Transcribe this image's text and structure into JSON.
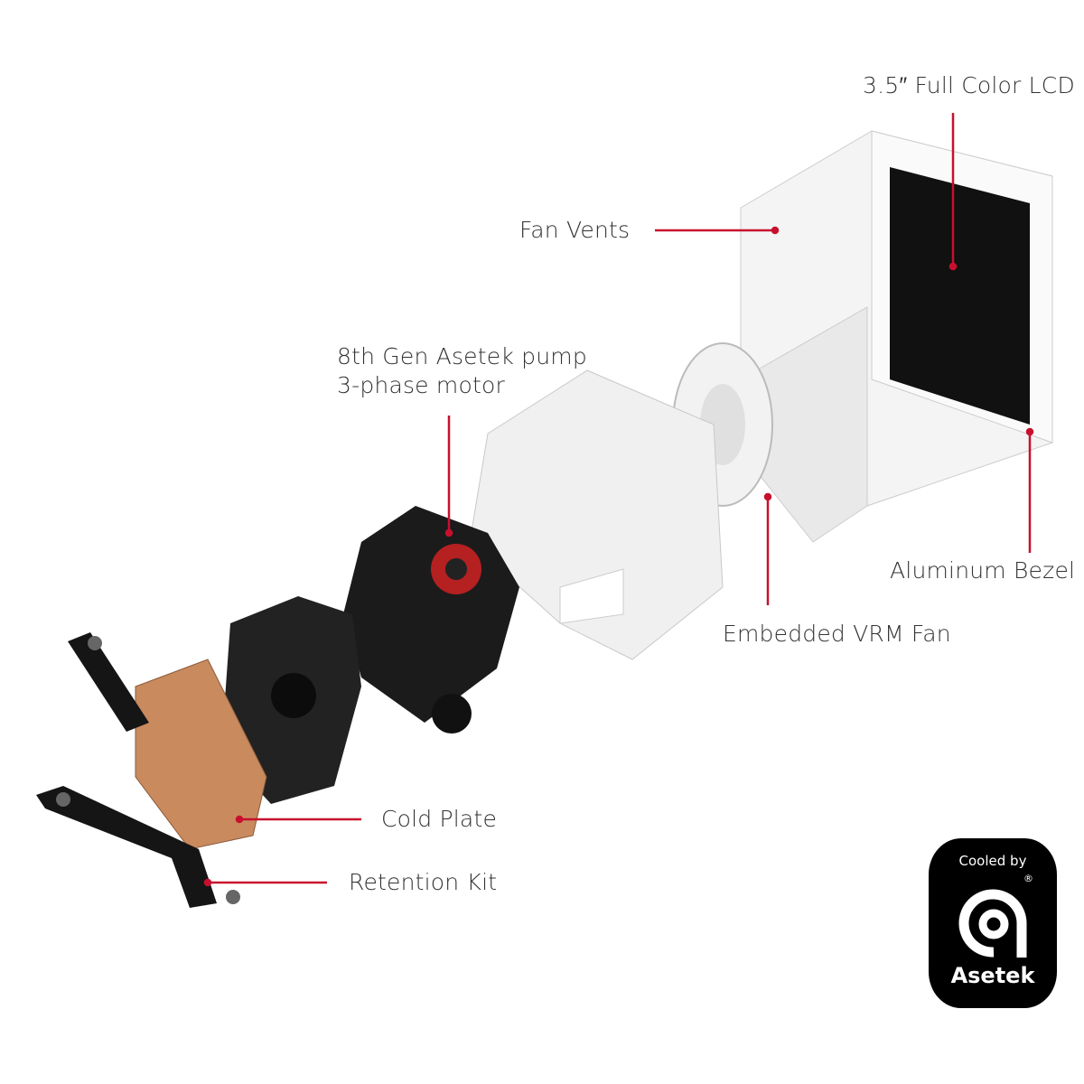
{
  "labels": {
    "lcd": "3.5″ Full Color LCD",
    "fan_vents": "Fan Vents",
    "pump_line1": "8th Gen Asetek pump",
    "pump_line2": "3-phase motor",
    "bezel": "Aluminum Bezel",
    "vrm_fan": "Embedded VRM Fan",
    "cold_plate": "Cold Plate",
    "retention_kit": "Retention Kit"
  },
  "badge": {
    "top_text": "Cooled by",
    "brand": "Asetek",
    "registered": "®"
  },
  "colors": {
    "leader": "#c8102e",
    "text": "#333333",
    "copper": "#c98a5e"
  }
}
